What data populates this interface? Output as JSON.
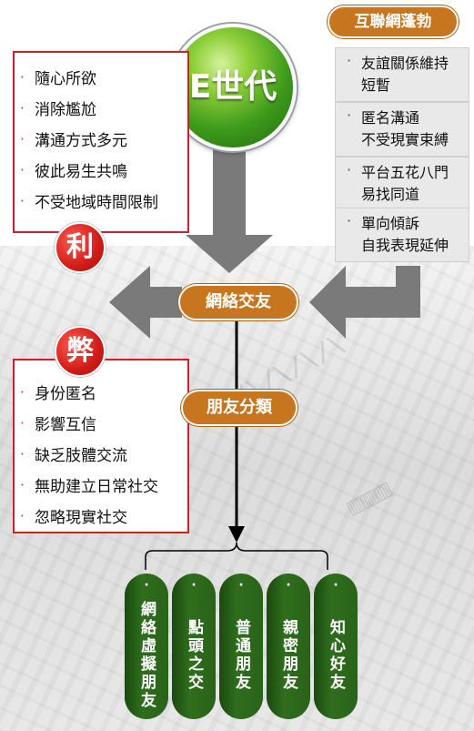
{
  "center_title": "E世代",
  "internet_trend_title": "互聯網蓬勃",
  "internet_trend_items": [
    "友誼關係維持短暫",
    "匿名溝通不受現實束縛",
    "平台五花八門易找同道",
    "單向傾訴自我表現延伸"
  ],
  "internet_trend_lines": [
    [
      "友誼關係維持",
      "短暫"
    ],
    [
      "匿名溝通",
      "不受現實束縛"
    ],
    [
      "平台五花八門",
      "易找同道"
    ],
    [
      "單向傾訴",
      "自我表現延伸"
    ]
  ],
  "pros_label": "利",
  "pros_items": [
    "隨心所欲",
    "消除尷尬",
    "溝通方式多元",
    "彼此易生共鳴",
    "不受地域時間限制"
  ],
  "cons_label": "弊",
  "cons_items": [
    "身份匿名",
    "影響互信",
    "缺乏肢體交流",
    "無助建立日常社交",
    "忽略現實社交"
  ],
  "online_friends_label": "網絡交友",
  "friend_classification_label": "朋友分類",
  "friend_types": [
    "網絡虛擬朋友",
    "點頭之交",
    "普通朋友",
    "親密朋友",
    "知心好友"
  ],
  "colors": {
    "accent_orange": "#c8751f",
    "accent_red": "#d21f26",
    "accent_green": "#2f6e1d",
    "arrow_gray": "#7a7a7a"
  }
}
